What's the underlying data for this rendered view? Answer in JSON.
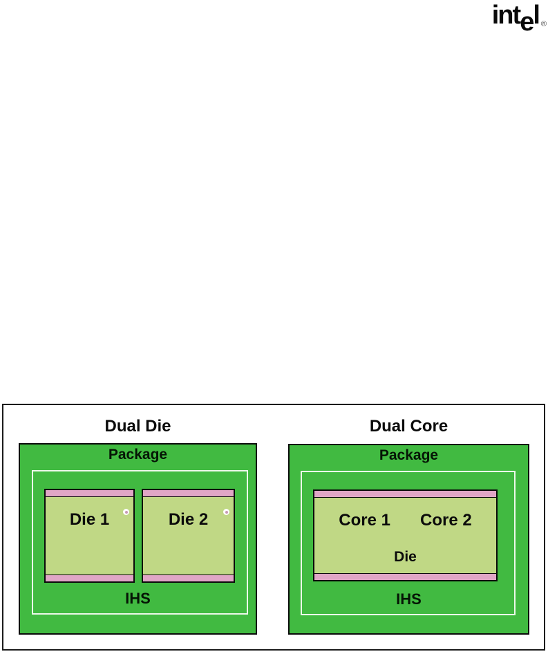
{
  "logo": {
    "pre": "int",
    "dropped_e": "e",
    "post": "l",
    "registered": "®"
  },
  "palette": {
    "page_background": "#FFFFFF",
    "frame_border": "#1A1A1A",
    "package_green": "#41BA41",
    "die_fill_light_green": "#C0D885",
    "strip_pink": "#E0A6C6",
    "ihs_outline_white": "#EDF8EA",
    "text_black": "#0B0B0B"
  },
  "diagram": {
    "left_panel": {
      "title": "Dual Die",
      "package_label": "Package",
      "dies": [
        {
          "label": "Die 1"
        },
        {
          "label": "Die 2"
        }
      ],
      "ihs_label": "IHS"
    },
    "right_panel": {
      "title": "Dual Core",
      "package_label": "Package",
      "cores": [
        {
          "label": "Core 1"
        },
        {
          "label": "Core 2"
        }
      ],
      "die_label": "Die",
      "ihs_label": "IHS"
    }
  }
}
